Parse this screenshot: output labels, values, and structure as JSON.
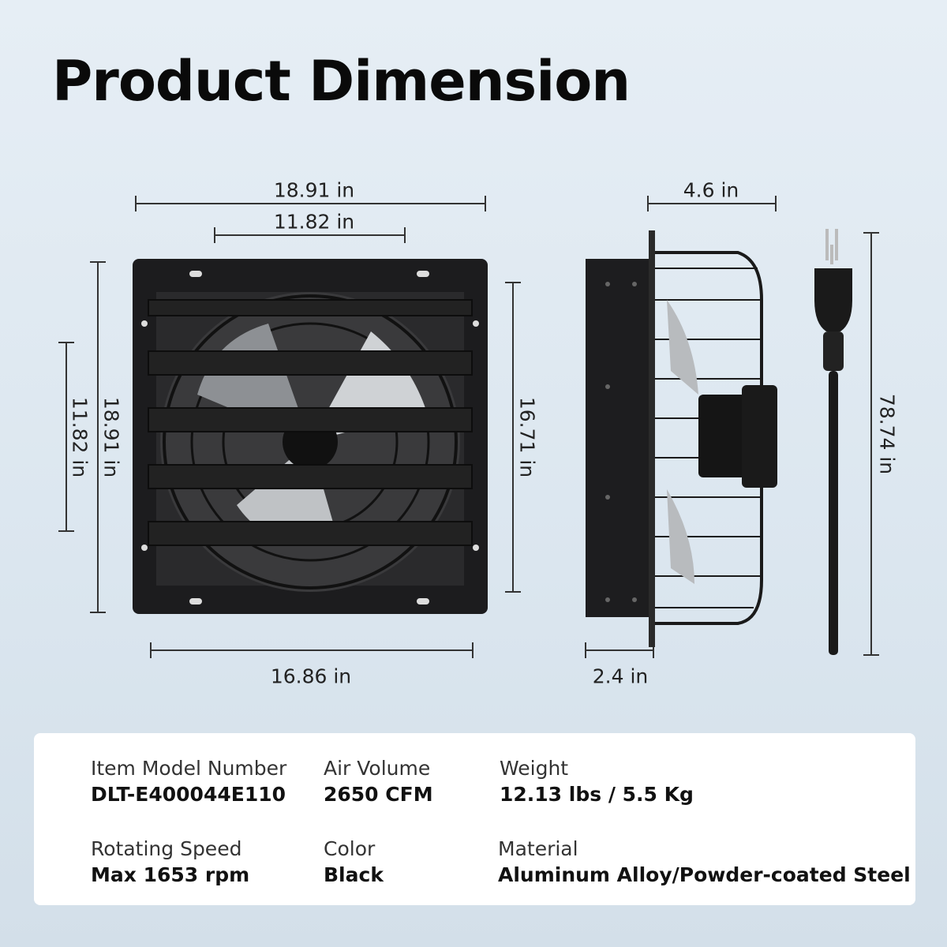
{
  "title": "Product Dimension",
  "dimensions": {
    "front_width_total": "18.91 in",
    "front_width_opening": "11.82 in",
    "front_height_total": "18.91 in",
    "front_height_opening": "11.82 in",
    "front_height_inner": "16.71 in",
    "front_width_bottom": "16.86 in",
    "side_depth_total": "4.6 in",
    "side_depth_body": "2.4 in",
    "cord_length": "78.74 in"
  },
  "specs": [
    {
      "label": "Item Model Number",
      "value": "DLT-E400044E110"
    },
    {
      "label": "Air Volume",
      "value": "2650 CFM"
    },
    {
      "label": "Weight",
      "value": "12.13 lbs / 5.5 Kg"
    },
    {
      "label": "Rotating Speed",
      "value": "Max 1653 rpm"
    },
    {
      "label": "Color",
      "value": "Black"
    },
    {
      "label": "Material",
      "value": "Aluminum Alloy/Powder-coated Steel"
    }
  ]
}
